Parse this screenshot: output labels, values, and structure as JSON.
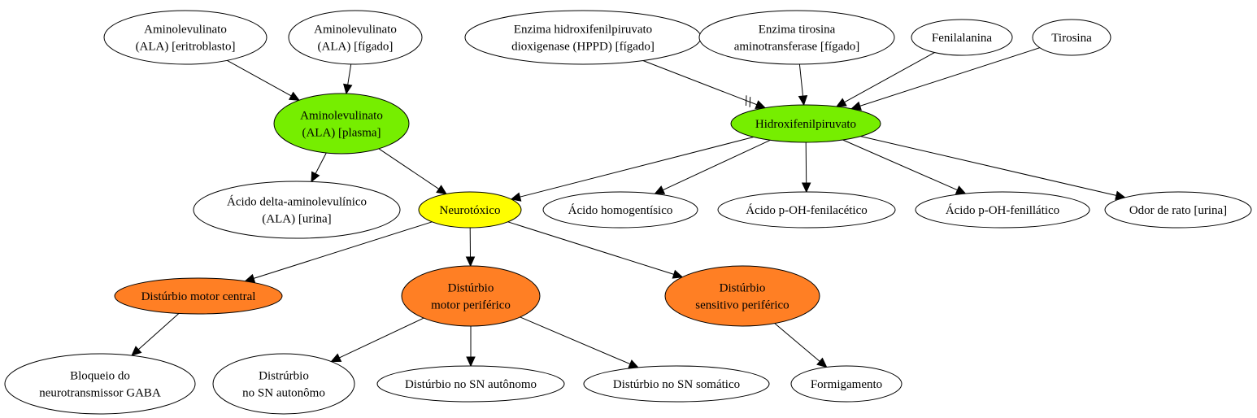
{
  "colors": {
    "default": "#ffffff",
    "intermediate": "#76ee00",
    "central": "#ffff00",
    "disorder": "#ff7f24",
    "stroke": "#000000"
  },
  "nodes": {
    "ala_eritroblasto": {
      "lines": [
        "Aminolevulinato",
        "(ALA) [eritroblasto]"
      ],
      "fill": "default"
    },
    "ala_figado": {
      "lines": [
        "Aminolevulinato",
        "(ALA) [fígado]"
      ],
      "fill": "default"
    },
    "hppd_figado": {
      "lines": [
        "Enzima hidroxifenilpiruvato",
        "dioxigenase (HPPD) [fígado]"
      ],
      "fill": "default"
    },
    "tat_figado": {
      "lines": [
        "Enzima tirosina",
        "aminotransferase [fígado]"
      ],
      "fill": "default"
    },
    "fenilalanina": {
      "lines": [
        "Fenilalanina"
      ],
      "fill": "default"
    },
    "tirosina": {
      "lines": [
        "Tirosina"
      ],
      "fill": "default"
    },
    "ala_plasma": {
      "lines": [
        "Aminolevulinato",
        "(ALA) [plasma]"
      ],
      "fill": "intermediate"
    },
    "hidroxifenilpiruvato": {
      "lines": [
        "Hidroxifenilpiruvato"
      ],
      "fill": "intermediate"
    },
    "ala_urina": {
      "lines": [
        "Ácido delta-aminolevulínico",
        "(ALA) [urina]"
      ],
      "fill": "default"
    },
    "neurotoxico": {
      "lines": [
        "Neurotóxico"
      ],
      "fill": "central"
    },
    "homogentisico": {
      "lines": [
        "Ácido homogentísico"
      ],
      "fill": "default"
    },
    "oh_fenilacetico": {
      "lines": [
        "Ácido p-OH-fenilacético"
      ],
      "fill": "default"
    },
    "oh_fenillatico": {
      "lines": [
        "Ácido p-OH-fenillático"
      ],
      "fill": "default"
    },
    "odor_rato": {
      "lines": [
        "Odor de rato [urina]"
      ],
      "fill": "default"
    },
    "motor_central": {
      "lines": [
        "Distúrbio motor central"
      ],
      "fill": "disorder"
    },
    "motor_periferico": {
      "lines": [
        "Distúrbio",
        "motor periférico"
      ],
      "fill": "disorder"
    },
    "sensitivo_periferico": {
      "lines": [
        "Distúrbio",
        "sensitivo periférico"
      ],
      "fill": "disorder"
    },
    "gaba": {
      "lines": [
        "Bloqueio do",
        "neurotransmissor GABA"
      ],
      "fill": "default"
    },
    "sn_autonomo_a": {
      "lines": [
        "Distrúrbio",
        "no SN autonômo"
      ],
      "fill": "default"
    },
    "sn_autonomo_b": {
      "lines": [
        "Distúrbio no SN autônomo"
      ],
      "fill": "default"
    },
    "sn_somatico": {
      "lines": [
        "Distúrbio no SN somático"
      ],
      "fill": "default"
    },
    "formigamento": {
      "lines": [
        "Formigamento"
      ],
      "fill": "default"
    }
  },
  "edges": [
    {
      "from": "ala_eritroblasto",
      "to": "ala_plasma"
    },
    {
      "from": "ala_figado",
      "to": "ala_plasma"
    },
    {
      "from": "hppd_figado",
      "to": "hidroxifenilpiruvato",
      "inhibition": true
    },
    {
      "from": "tat_figado",
      "to": "hidroxifenilpiruvato"
    },
    {
      "from": "fenilalanina",
      "to": "hidroxifenilpiruvato"
    },
    {
      "from": "tirosina",
      "to": "hidroxifenilpiruvato"
    },
    {
      "from": "ala_plasma",
      "to": "ala_urina"
    },
    {
      "from": "ala_plasma",
      "to": "neurotoxico"
    },
    {
      "from": "hidroxifenilpiruvato",
      "to": "neurotoxico"
    },
    {
      "from": "hidroxifenilpiruvato",
      "to": "homogentisico"
    },
    {
      "from": "hidroxifenilpiruvato",
      "to": "oh_fenilacetico"
    },
    {
      "from": "hidroxifenilpiruvato",
      "to": "oh_fenillatico"
    },
    {
      "from": "hidroxifenilpiruvato",
      "to": "odor_rato"
    },
    {
      "from": "neurotoxico",
      "to": "motor_central"
    },
    {
      "from": "neurotoxico",
      "to": "motor_periferico"
    },
    {
      "from": "neurotoxico",
      "to": "sensitivo_periferico"
    },
    {
      "from": "motor_central",
      "to": "gaba"
    },
    {
      "from": "motor_periferico",
      "to": "sn_autonomo_a"
    },
    {
      "from": "motor_periferico",
      "to": "sn_autonomo_b"
    },
    {
      "from": "motor_periferico",
      "to": "sn_somatico"
    },
    {
      "from": "sensitivo_periferico",
      "to": "formigamento"
    }
  ]
}
